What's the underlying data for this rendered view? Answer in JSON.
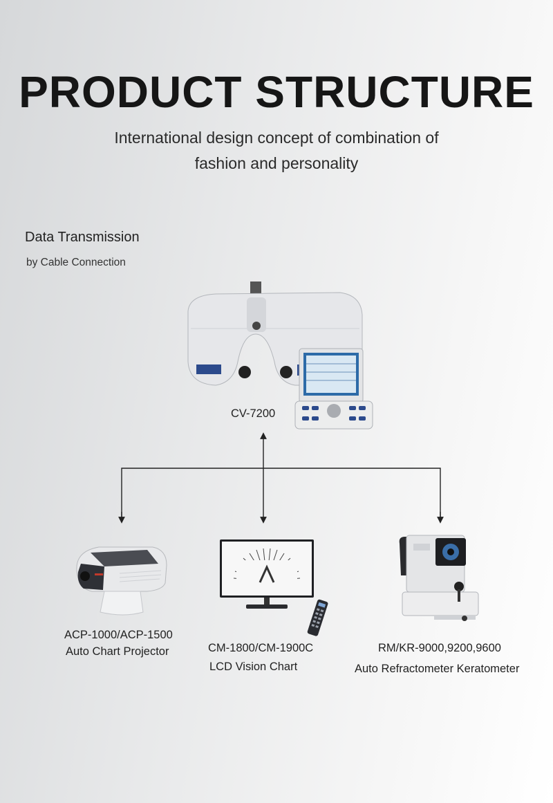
{
  "header": {
    "title": "PRODUCT STRUCTURE",
    "subtitle_line1": "International design concept of combination of",
    "subtitle_line2": "fashion and personality"
  },
  "transmission": {
    "title": "Data Transmission",
    "subtitle": "by Cable Connection"
  },
  "hub": {
    "model": "CV-7200"
  },
  "devices": [
    {
      "model": "ACP-1000/ACP-1500",
      "name": "Auto Chart Projector"
    },
    {
      "model": "CM-1800/CM-1900C",
      "name": "LCD Vision Chart"
    },
    {
      "model": "RM/KR-9000,9200,9600",
      "name": "Auto Refractometer Keratometer"
    }
  ],
  "colors": {
    "line": "#222222",
    "device_body": "#e6e7ea",
    "device_accent": "#2c4a8c"
  }
}
